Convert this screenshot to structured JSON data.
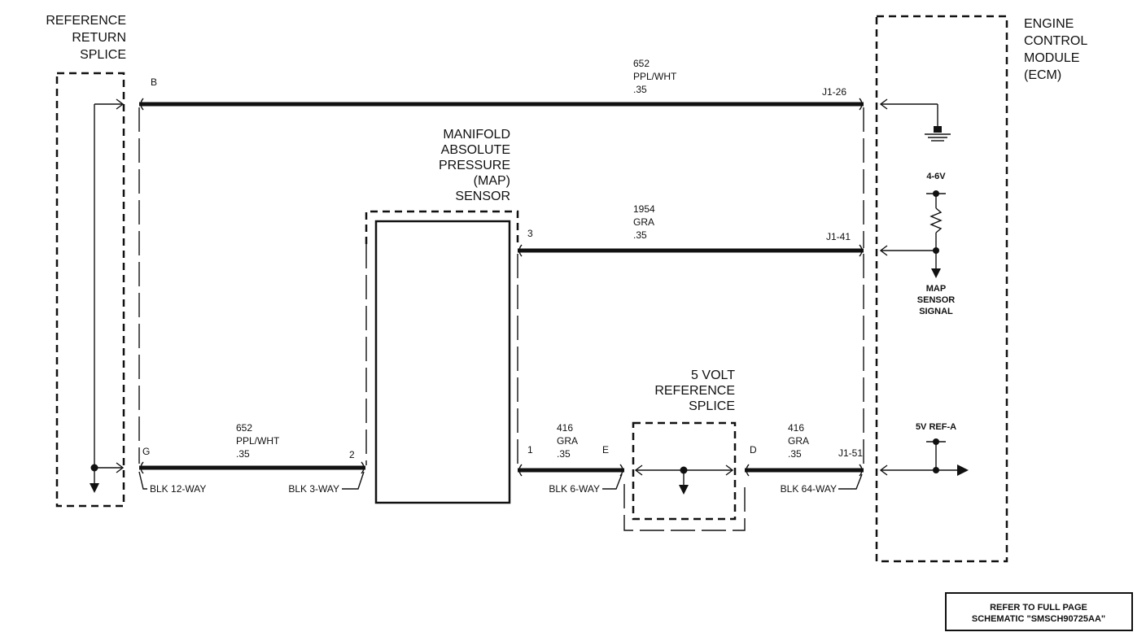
{
  "components": {
    "ref_return_splice": {
      "lines": [
        "REFERENCE",
        "RETURN",
        "SPLICE"
      ]
    },
    "ecm": {
      "lines": [
        "ENGINE",
        "CONTROL",
        "MODULE",
        "(ECM)"
      ]
    },
    "map_sensor": {
      "lines": [
        "MANIFOLD",
        "ABSOLUTE",
        "PRESSURE",
        "(MAP)",
        "SENSOR"
      ]
    },
    "five_volt_splice": {
      "lines": [
        "5 VOLT",
        "REFERENCE",
        "SPLICE"
      ]
    }
  },
  "wires": {
    "top": {
      "circuit": "652",
      "color": "PPL/WHT",
      "gauge": ".35",
      "pin_left": "B",
      "pin_right": "J1-26"
    },
    "middle": {
      "circuit": "1954",
      "color": "GRA",
      "gauge": ".35",
      "pin_left": "3",
      "pin_right": "J1-41"
    },
    "bottom_left": {
      "circuit": "652",
      "color": "PPL/WHT",
      "gauge": ".35",
      "pin_left": "G",
      "pin_right": "2"
    },
    "bottom_mid": {
      "circuit": "416",
      "color": "GRA",
      "gauge": ".35",
      "pin_left": "1",
      "pin_right": "E"
    },
    "bottom_right": {
      "circuit": "416",
      "color": "GRA",
      "gauge": ".35",
      "pin_left": "D",
      "pin_right": "J1-51"
    }
  },
  "connectors": {
    "blk12": "BLK 12-WAY",
    "blk3": "BLK 3-WAY",
    "blk6": "BLK 6-WAY",
    "blk64": "BLK 64-WAY"
  },
  "ecm_internal": {
    "voltage": "4-6V",
    "signal_lines": [
      "MAP",
      "SENSOR",
      "SIGNAL"
    ],
    "ref": "5V REF-A"
  },
  "note": {
    "lines": [
      "REFER TO FULL PAGE",
      "SCHEMATIC \"SMSCH90725AA\""
    ]
  }
}
